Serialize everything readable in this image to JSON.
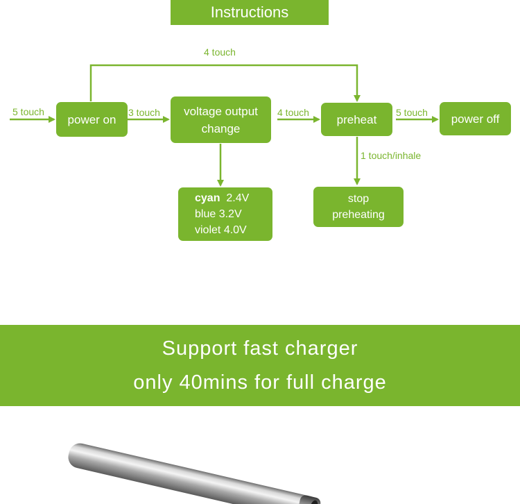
{
  "title": "Instructions",
  "edges": {
    "in_power_on": "5 touch",
    "power_on_to_voltage": "3 touch",
    "voltage_to_preheat": "4 touch",
    "power_on_to_preheat": "4 touch",
    "preheat_to_power_off": "5 touch",
    "preheat_to_stop": "1 touch/inhale"
  },
  "nodes": {
    "power_on": "power on",
    "voltage_line1": "voltage output",
    "voltage_line2": "change",
    "preheat": "preheat",
    "power_off": "power off",
    "stop_line1": "stop",
    "stop_line2": "preheating",
    "colors": [
      {
        "name": "cyan",
        "value": "2.4V"
      },
      {
        "name": "blue",
        "value": "3.2V"
      },
      {
        "name": "violet",
        "value": "4.0V"
      }
    ]
  },
  "banner": {
    "line1": "Support fast charger",
    "line2": "only 40mins for full charge"
  },
  "accent_color": "#7ab52e"
}
